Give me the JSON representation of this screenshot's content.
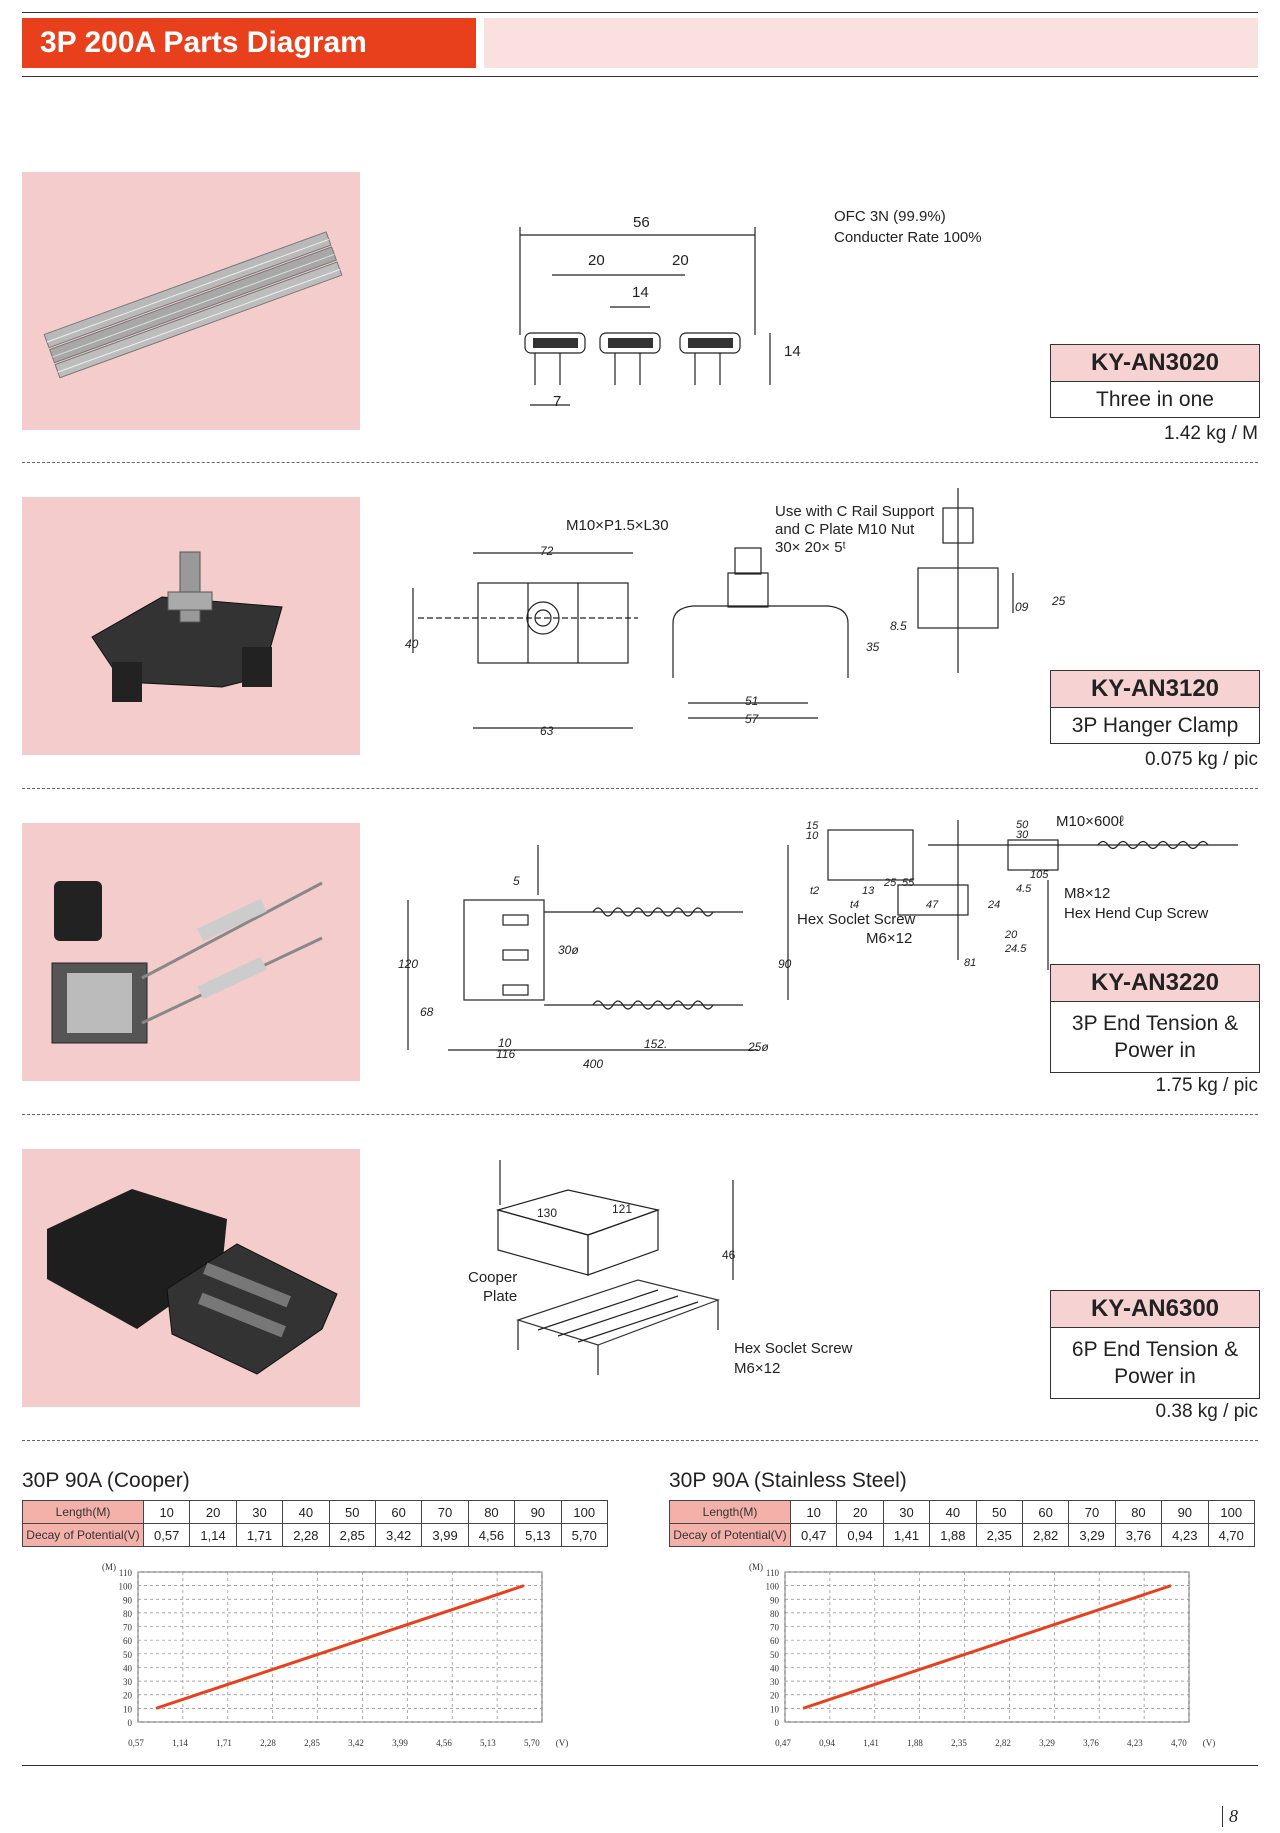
{
  "header": {
    "title": "3P 200A Parts Diagram"
  },
  "products": [
    {
      "code": "KY-AN3020",
      "name": "Three in one",
      "weight": "1.42 kg / M",
      "notes": [
        "OFC 3N (99.9%)",
        "Conducter Rate 100%"
      ],
      "dims": [
        "56",
        "20",
        "20",
        "14",
        "14",
        "7"
      ]
    },
    {
      "code": "KY-AN3120",
      "name": "3P Hanger Clamp",
      "weight": "0.075 kg / pic",
      "notes": [
        "M10×P1.5×L30",
        "Use with C Rail Support",
        "and C Plate M10 Nut",
        "30× 20× 5ᵗ"
      ],
      "dims": [
        "72",
        "40",
        "63",
        "51",
        "57",
        "8.5",
        "35",
        "09",
        "25"
      ]
    },
    {
      "code": "KY-AN3220",
      "name": "3P End Tension & Power in",
      "weight": "1.75 kg / pic",
      "notes": [
        "M10×600ℓ",
        "M8×12",
        "Hex Hend Cup Screw",
        "Hex Soclet Screw",
        "M6×12"
      ],
      "dims": [
        "5",
        "30ø",
        "120",
        "68",
        "10",
        "116",
        "152.",
        "400",
        "25ø",
        "90",
        "15",
        "10",
        "50",
        "30",
        "25",
        "55",
        "47",
        "24",
        "4.5",
        "105",
        "20",
        "24.5",
        "81",
        "t2",
        "t4",
        "13"
      ]
    },
    {
      "code": "KY-AN6300",
      "name": "6P End Tension & Power in",
      "weight": "0.38 kg / pic",
      "notes": [
        "Cooper",
        "Plate",
        "Hex Soclet Screw",
        "M6×12"
      ],
      "dims": [
        "130",
        "121",
        "46"
      ]
    }
  ],
  "tables": [
    {
      "title": "30P 90A (Cooper)",
      "row_labels": [
        "Length(M)",
        "Decay of Potential(V)"
      ],
      "lengths": [
        "10",
        "20",
        "30",
        "40",
        "50",
        "60",
        "70",
        "80",
        "90",
        "100"
      ],
      "decay": [
        "0,57",
        "1,14",
        "1,71",
        "2,28",
        "2,85",
        "3,42",
        "3,99",
        "4,56",
        "5,13",
        "5,70"
      ]
    },
    {
      "title": "30P 90A (Stainless Steel)",
      "row_labels": [
        "Length(M)",
        "Decay of Potential(V)"
      ],
      "lengths": [
        "10",
        "20",
        "30",
        "40",
        "50",
        "60",
        "70",
        "80",
        "90",
        "100"
      ],
      "decay": [
        "0,47",
        "0,94",
        "1,41",
        "1,88",
        "2,35",
        "2,82",
        "3,29",
        "3,76",
        "4,23",
        "4,70"
      ]
    }
  ],
  "chart_data": [
    {
      "type": "line",
      "ylabel": "(M)",
      "xlabel": "(V)",
      "y_ticks": [
        "110",
        "100",
        "90",
        "80",
        "70",
        "60",
        "50",
        "40",
        "30",
        "20",
        "10",
        "0"
      ],
      "x": [
        0.57,
        1.14,
        1.71,
        2.28,
        2.85,
        3.42,
        3.99,
        4.56,
        5.13,
        5.7
      ],
      "x_ticks": [
        "0,57",
        "1,14",
        "1,71",
        "2,28",
        "2,85",
        "3,42",
        "3,99",
        "4,56",
        "5,13",
        "5,70"
      ],
      "values": [
        10,
        20,
        30,
        40,
        50,
        60,
        70,
        80,
        90,
        100
      ],
      "ylim": [
        0,
        110
      ],
      "grid": true,
      "color": "#e8401c"
    },
    {
      "type": "line",
      "ylabel": "(M)",
      "xlabel": "(V)",
      "y_ticks": [
        "110",
        "100",
        "90",
        "80",
        "70",
        "60",
        "50",
        "40",
        "30",
        "20",
        "10",
        "0"
      ],
      "x": [
        0.47,
        0.94,
        1.41,
        1.88,
        2.35,
        2.82,
        3.29,
        3.76,
        4.23,
        4.7
      ],
      "x_ticks": [
        "0,47",
        "0,94",
        "1,41",
        "1,88",
        "2,35",
        "2,82",
        "3,29",
        "3,76",
        "4,23",
        "4,70"
      ],
      "values": [
        10,
        20,
        30,
        40,
        50,
        60,
        70,
        80,
        90,
        100
      ],
      "ylim": [
        0,
        110
      ],
      "grid": true,
      "color": "#e8401c"
    }
  ],
  "page": {
    "number": "8"
  },
  "colors": {
    "accent": "#e8401c",
    "pink": "#f5cccc",
    "table_header": "#f4b1a9"
  }
}
